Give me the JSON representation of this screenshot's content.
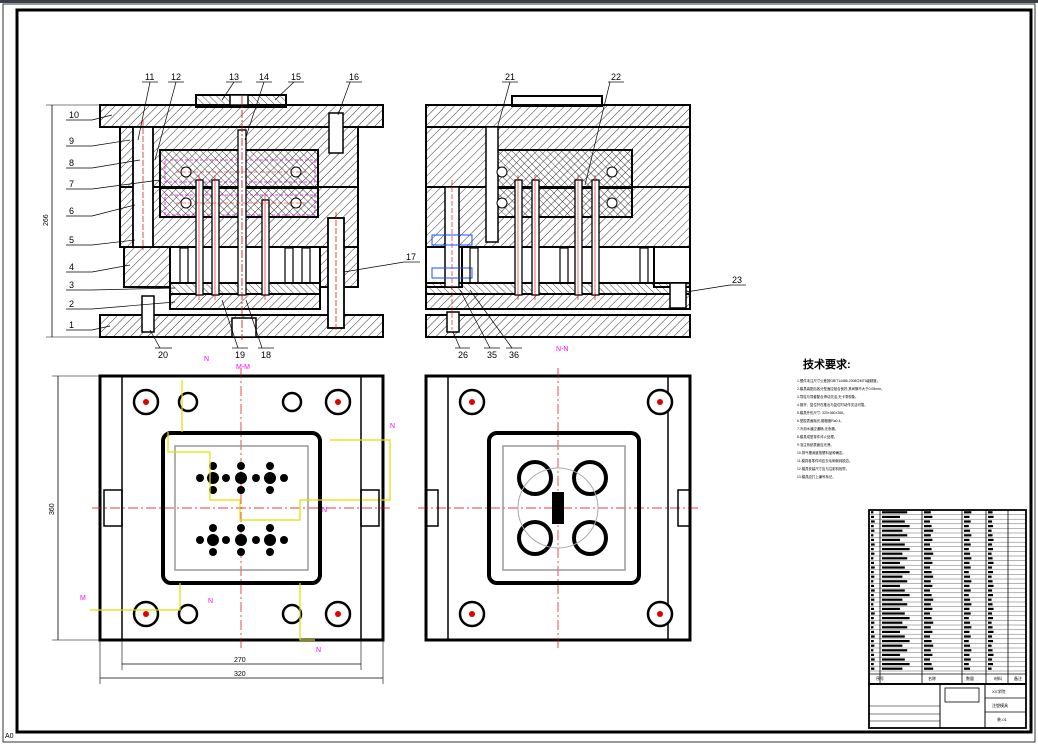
{
  "sheet": {
    "corner_mark": "A0"
  },
  "callouts": {
    "left_side": [
      "10",
      "9",
      "8",
      "7",
      "6",
      "5",
      "4",
      "3",
      "2",
      "1"
    ],
    "top_left": [
      "11",
      "12",
      "13",
      "14",
      "15",
      "16"
    ],
    "top_right": [
      "21",
      "22"
    ],
    "right_side": [
      "17",
      "23"
    ],
    "bottom_left": [
      "20",
      "19",
      "18"
    ],
    "bottom_right": [
      "26",
      "35",
      "36"
    ]
  },
  "section_labels": {
    "mm": "M-M",
    "nn": "N-N",
    "cut_n": "N",
    "cut_m": "M"
  },
  "dimensions": {
    "height_front": "266",
    "height_plan": "360",
    "width_inner": "270",
    "width_outer": "320"
  },
  "tech_requirements": {
    "title": "技术要求:",
    "lines": [
      "1.塑件未注尺寸公差按GB/T14486-2008中MT5级精度。",
      "2.模具装配后各分型面应贴合良好,其间隙不大于0.05mm。",
      "3.导柱与导套配合滑动灵活,无卡滞现象。",
      "4.推杆、复位杆在推出与复位时动作灵活可靠。",
      "5.模具外形尺寸: 320×360×266。",
      "6.型腔表面抛光,粗糙度Ra0.4。",
      "7.冷却水道应通畅,无渗漏。",
      "8.模具成型零件淬火处理。",
      "9.浇注系统表面应光滑。",
      "10.排气槽深度按塑料品种确定。",
      "11.模具各零件均应去毛刺倒钝锐边。",
      "12.模具安装尺寸应与注射机相符。",
      "13.模具应打上编号标记。"
    ]
  },
  "title_block": {
    "col_headers": [
      "序号",
      "名称",
      "数量",
      "材料",
      "备注"
    ],
    "school": "XX学院",
    "drawing_title": "注塑模具",
    "drawing_no": "装-01"
  }
}
